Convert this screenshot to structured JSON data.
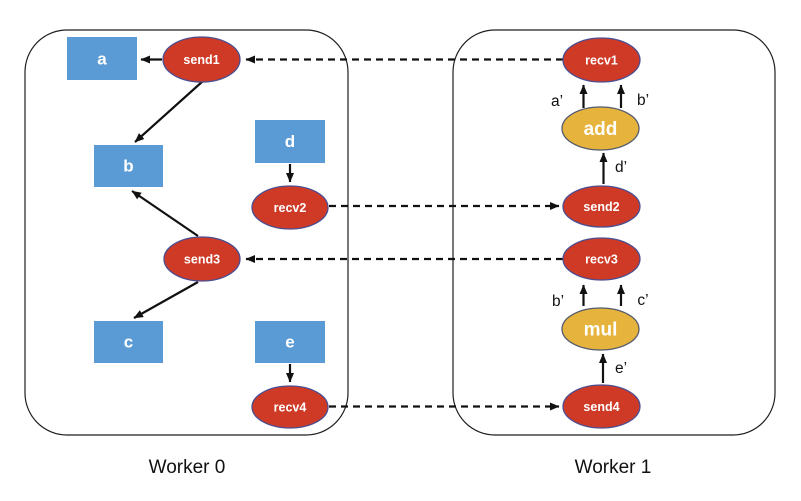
{
  "diagram": {
    "type": "distributed-computation-graph",
    "workers": {
      "worker0": {
        "label": "Worker 0"
      },
      "worker1": {
        "label": "Worker 1"
      }
    },
    "nodes": {
      "a": {
        "label": "a",
        "kind": "tensor",
        "worker": "Worker 0"
      },
      "b": {
        "label": "b",
        "kind": "tensor",
        "worker": "Worker 0"
      },
      "c": {
        "label": "c",
        "kind": "tensor",
        "worker": "Worker 0"
      },
      "d": {
        "label": "d",
        "kind": "tensor",
        "worker": "Worker 0"
      },
      "e": {
        "label": "e",
        "kind": "tensor",
        "worker": "Worker 0"
      },
      "send1": {
        "label": "send1",
        "kind": "comm",
        "worker": "Worker 0"
      },
      "recv2": {
        "label": "recv2",
        "kind": "comm",
        "worker": "Worker 0"
      },
      "send3": {
        "label": "send3",
        "kind": "comm",
        "worker": "Worker 0"
      },
      "recv4": {
        "label": "recv4",
        "kind": "comm",
        "worker": "Worker 0"
      },
      "recv1": {
        "label": "recv1",
        "kind": "comm",
        "worker": "Worker 1"
      },
      "add": {
        "label": "add",
        "kind": "math",
        "worker": "Worker 1"
      },
      "send2": {
        "label": "send2",
        "kind": "comm",
        "worker": "Worker 1"
      },
      "recv3": {
        "label": "recv3",
        "kind": "comm",
        "worker": "Worker 1"
      },
      "mul": {
        "label": "mul",
        "kind": "math",
        "worker": "Worker 1"
      },
      "send4": {
        "label": "send4",
        "kind": "comm",
        "worker": "Worker 1"
      }
    },
    "edge_labels": {
      "a_prime": "a’",
      "b_prime_top": "b’",
      "d_prime": "d’",
      "b_prime_bottom": "b’",
      "c_prime": "c’",
      "e_prime": "e’"
    },
    "edges": [
      {
        "from": "send1",
        "to": "a",
        "style": "solid"
      },
      {
        "from": "send1",
        "to": "b",
        "style": "solid"
      },
      {
        "from": "send3",
        "to": "b",
        "style": "solid"
      },
      {
        "from": "send3",
        "to": "c",
        "style": "solid"
      },
      {
        "from": "d",
        "to": "recv2",
        "style": "solid"
      },
      {
        "from": "e",
        "to": "recv4",
        "style": "solid"
      },
      {
        "from": "recv1",
        "to": "send1",
        "style": "dashed"
      },
      {
        "from": "recv2",
        "to": "send2",
        "style": "dashed"
      },
      {
        "from": "recv3",
        "to": "send3",
        "style": "dashed"
      },
      {
        "from": "recv4",
        "to": "send4",
        "style": "dashed"
      },
      {
        "from": "add",
        "to": "recv1",
        "style": "solid",
        "label": "a’"
      },
      {
        "from": "add",
        "to": "recv1",
        "style": "solid",
        "label": "b’"
      },
      {
        "from": "send2",
        "to": "add",
        "style": "solid",
        "label": "d’"
      },
      {
        "from": "mul",
        "to": "recv3",
        "style": "solid",
        "label": "b’"
      },
      {
        "from": "mul",
        "to": "recv3",
        "style": "solid",
        "label": "c’"
      },
      {
        "from": "send4",
        "to": "mul",
        "style": "solid",
        "label": "e’"
      }
    ],
    "colors": {
      "tensor_blue": "#5B9BD5",
      "comm_red": "#CF3A27",
      "math_yellow": "#E6B43C",
      "ellipse_border": "#4A4E91",
      "edge_black": "#111111",
      "background": "#ffffff"
    }
  }
}
